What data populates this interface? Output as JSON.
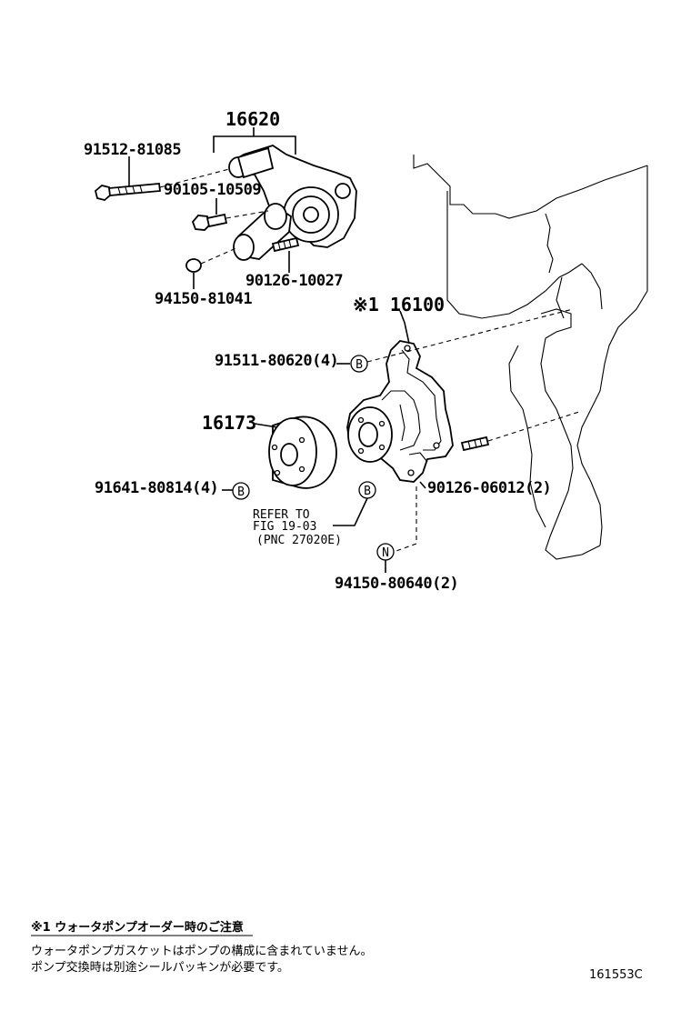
{
  "labels": {
    "p16620": "16620",
    "p91512": "91512-81085",
    "p90105": "90105-10509",
    "p90126a": "90126-10027",
    "p94150a": "94150-81041",
    "p16100": "※1 16100",
    "p91511": "91511-80620(4)",
    "p16173": "16173",
    "p91641": "91641-80814(4)",
    "p90126b": "90126-06012(2)",
    "refer1": "REFER TO",
    "refer2": "FIG  19-03",
    "refer3": "(PNC 27020E)",
    "p94150b": "94150-80640(2)"
  },
  "markers": {
    "b": "B",
    "n": "N"
  },
  "note": {
    "title": "※1 ウォータポンプオーダー時のご注意",
    "line1": "ウォータポンプガスケットはポンプの構成に含まれていません。",
    "line2": "ポンプ交換時は別途シールパッキンが必要です。"
  },
  "figure_id": "161553C"
}
